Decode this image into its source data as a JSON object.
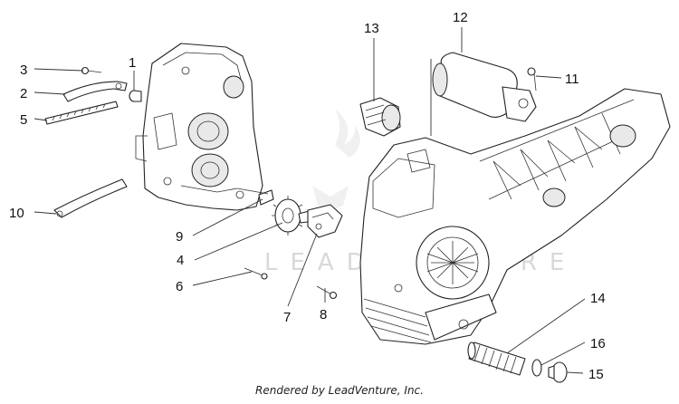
{
  "diagram": {
    "callouts": [
      {
        "id": "3",
        "label": "3"
      },
      {
        "id": "2",
        "label": "2"
      },
      {
        "id": "5",
        "label": "5"
      },
      {
        "id": "1",
        "label": "1"
      },
      {
        "id": "10",
        "label": "10"
      },
      {
        "id": "9",
        "label": "9"
      },
      {
        "id": "4",
        "label": "4"
      },
      {
        "id": "6",
        "label": "6"
      },
      {
        "id": "7",
        "label": "7"
      },
      {
        "id": "8",
        "label": "8"
      },
      {
        "id": "13",
        "label": "13"
      },
      {
        "id": "12",
        "label": "12"
      },
      {
        "id": "11",
        "label": "11"
      },
      {
        "id": "14",
        "label": "14"
      },
      {
        "id": "16",
        "label": "16"
      },
      {
        "id": "15",
        "label": "15"
      }
    ],
    "watermark": "LEADVENTURE",
    "credit": "Rendered by LeadVenture, Inc."
  }
}
